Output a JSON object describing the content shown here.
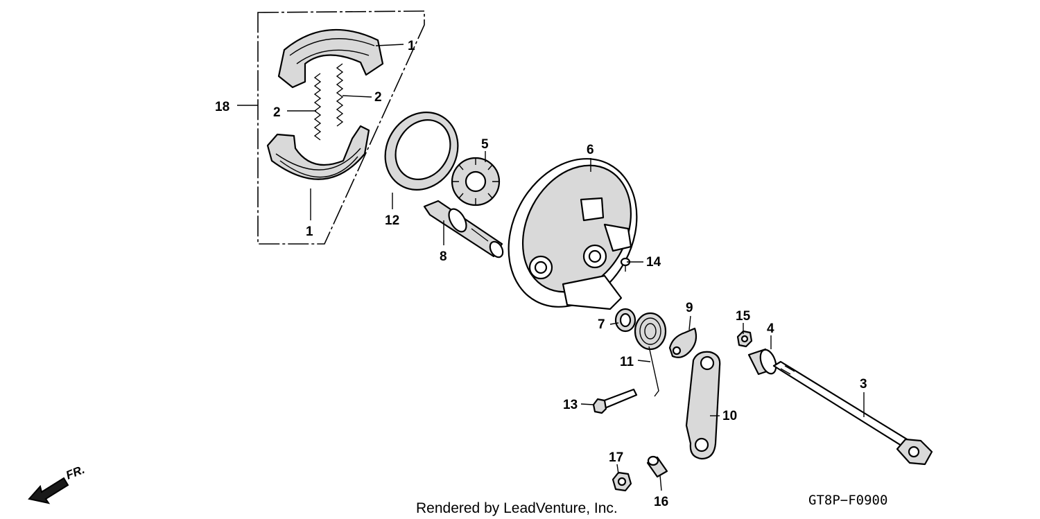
{
  "callouts": {
    "c1a": "1",
    "c1b": "1",
    "c2a": "2",
    "c2b": "2",
    "c18": "18",
    "c12": "12",
    "c5": "5",
    "c8": "8",
    "c6": "6",
    "c14": "14",
    "c7": "7",
    "c9": "9",
    "c11": "11",
    "c15": "15",
    "c4": "4",
    "c3": "3",
    "c13": "13",
    "c10": "10",
    "c17": "17",
    "c16": "16"
  },
  "footer": {
    "credit": "Rendered by LeadVenture, Inc.",
    "diagram_code": "GT8P−F0900"
  },
  "direction": {
    "label": "FR."
  },
  "icons": {
    "direction_arrow": "front-direction-arrow-icon"
  },
  "colors": {
    "line": "#000000",
    "background": "#ffffff"
  }
}
